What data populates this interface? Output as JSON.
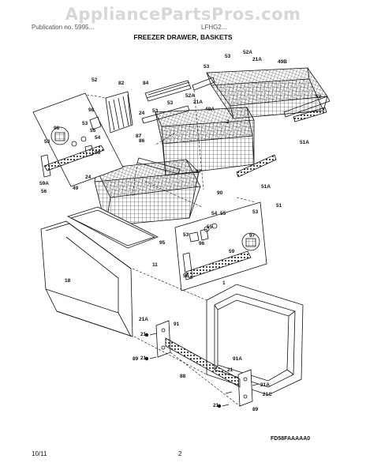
{
  "watermark": "AppliancePartsPros.com",
  "header": {
    "left_text": "Publication no. 5995...",
    "mid_text": "LFHG2...",
    "title": "FREEZER DRAWER, BASKETS"
  },
  "callouts": [
    "1",
    "2",
    "11",
    "18",
    "21",
    "21",
    "21",
    "21",
    "21A",
    "21A",
    "21A",
    "21A",
    "21C",
    "24",
    "24",
    "49",
    "49A",
    "49B",
    "51",
    "51A",
    "51A",
    "52",
    "52A",
    "52A",
    "53",
    "53",
    "53",
    "53",
    "53",
    "53",
    "53",
    "53",
    "53",
    "54",
    "54",
    "55",
    "55",
    "55",
    "56",
    "56",
    "59",
    "59A",
    "82",
    "84",
    "86",
    "87",
    "87",
    "88",
    "89",
    "89",
    "90",
    "91",
    "91A",
    "95",
    "96",
    "96",
    "97",
    "98",
    "98"
  ],
  "diagram_code": "FD58FAAAAA0",
  "footer": {
    "date": "10/11",
    "page": "2"
  }
}
